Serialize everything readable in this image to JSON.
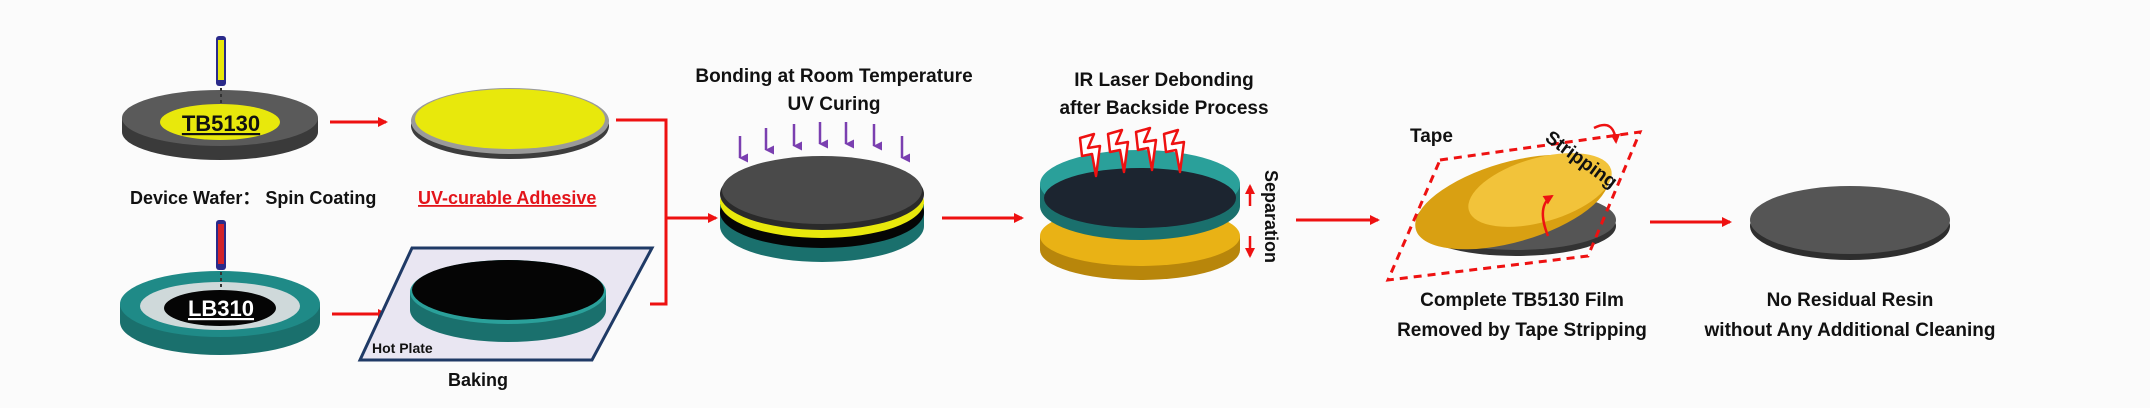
{
  "labels": {
    "tb5130": "TB5130",
    "device_wafer_caption": "Device Wafer： Spin  Coating",
    "adhesive_caption": "UV-curable Adhesive",
    "lb310": "LB310",
    "hot_plate": "Hot Plate",
    "baking": "Baking",
    "bonding_line1": "Bonding at Room Temperature",
    "bonding_line2": "UV Curing",
    "laser_line1": "IR Laser Debonding",
    "laser_line2": "after Backside Process",
    "separation": "Separation",
    "tape": "Tape",
    "stripping": "Stripping",
    "film_line1": "Complete TB5130 Film",
    "film_line2": "Removed by Tape Stripping",
    "clean_line1": "No Residual Resin",
    "clean_line2": "without Any Additional Cleaning"
  },
  "colors": {
    "yellow_adhesive": "#e8e80c",
    "teal_carrier": "#1f8a87",
    "dark_wafer": "#4a4a4a",
    "black_layer": "#0a0a0a",
    "amber_film": "#e9b215",
    "arrow_red": "#ee1111",
    "uv_purple": "#7a3fb0",
    "caption_red": "#e3141a"
  }
}
